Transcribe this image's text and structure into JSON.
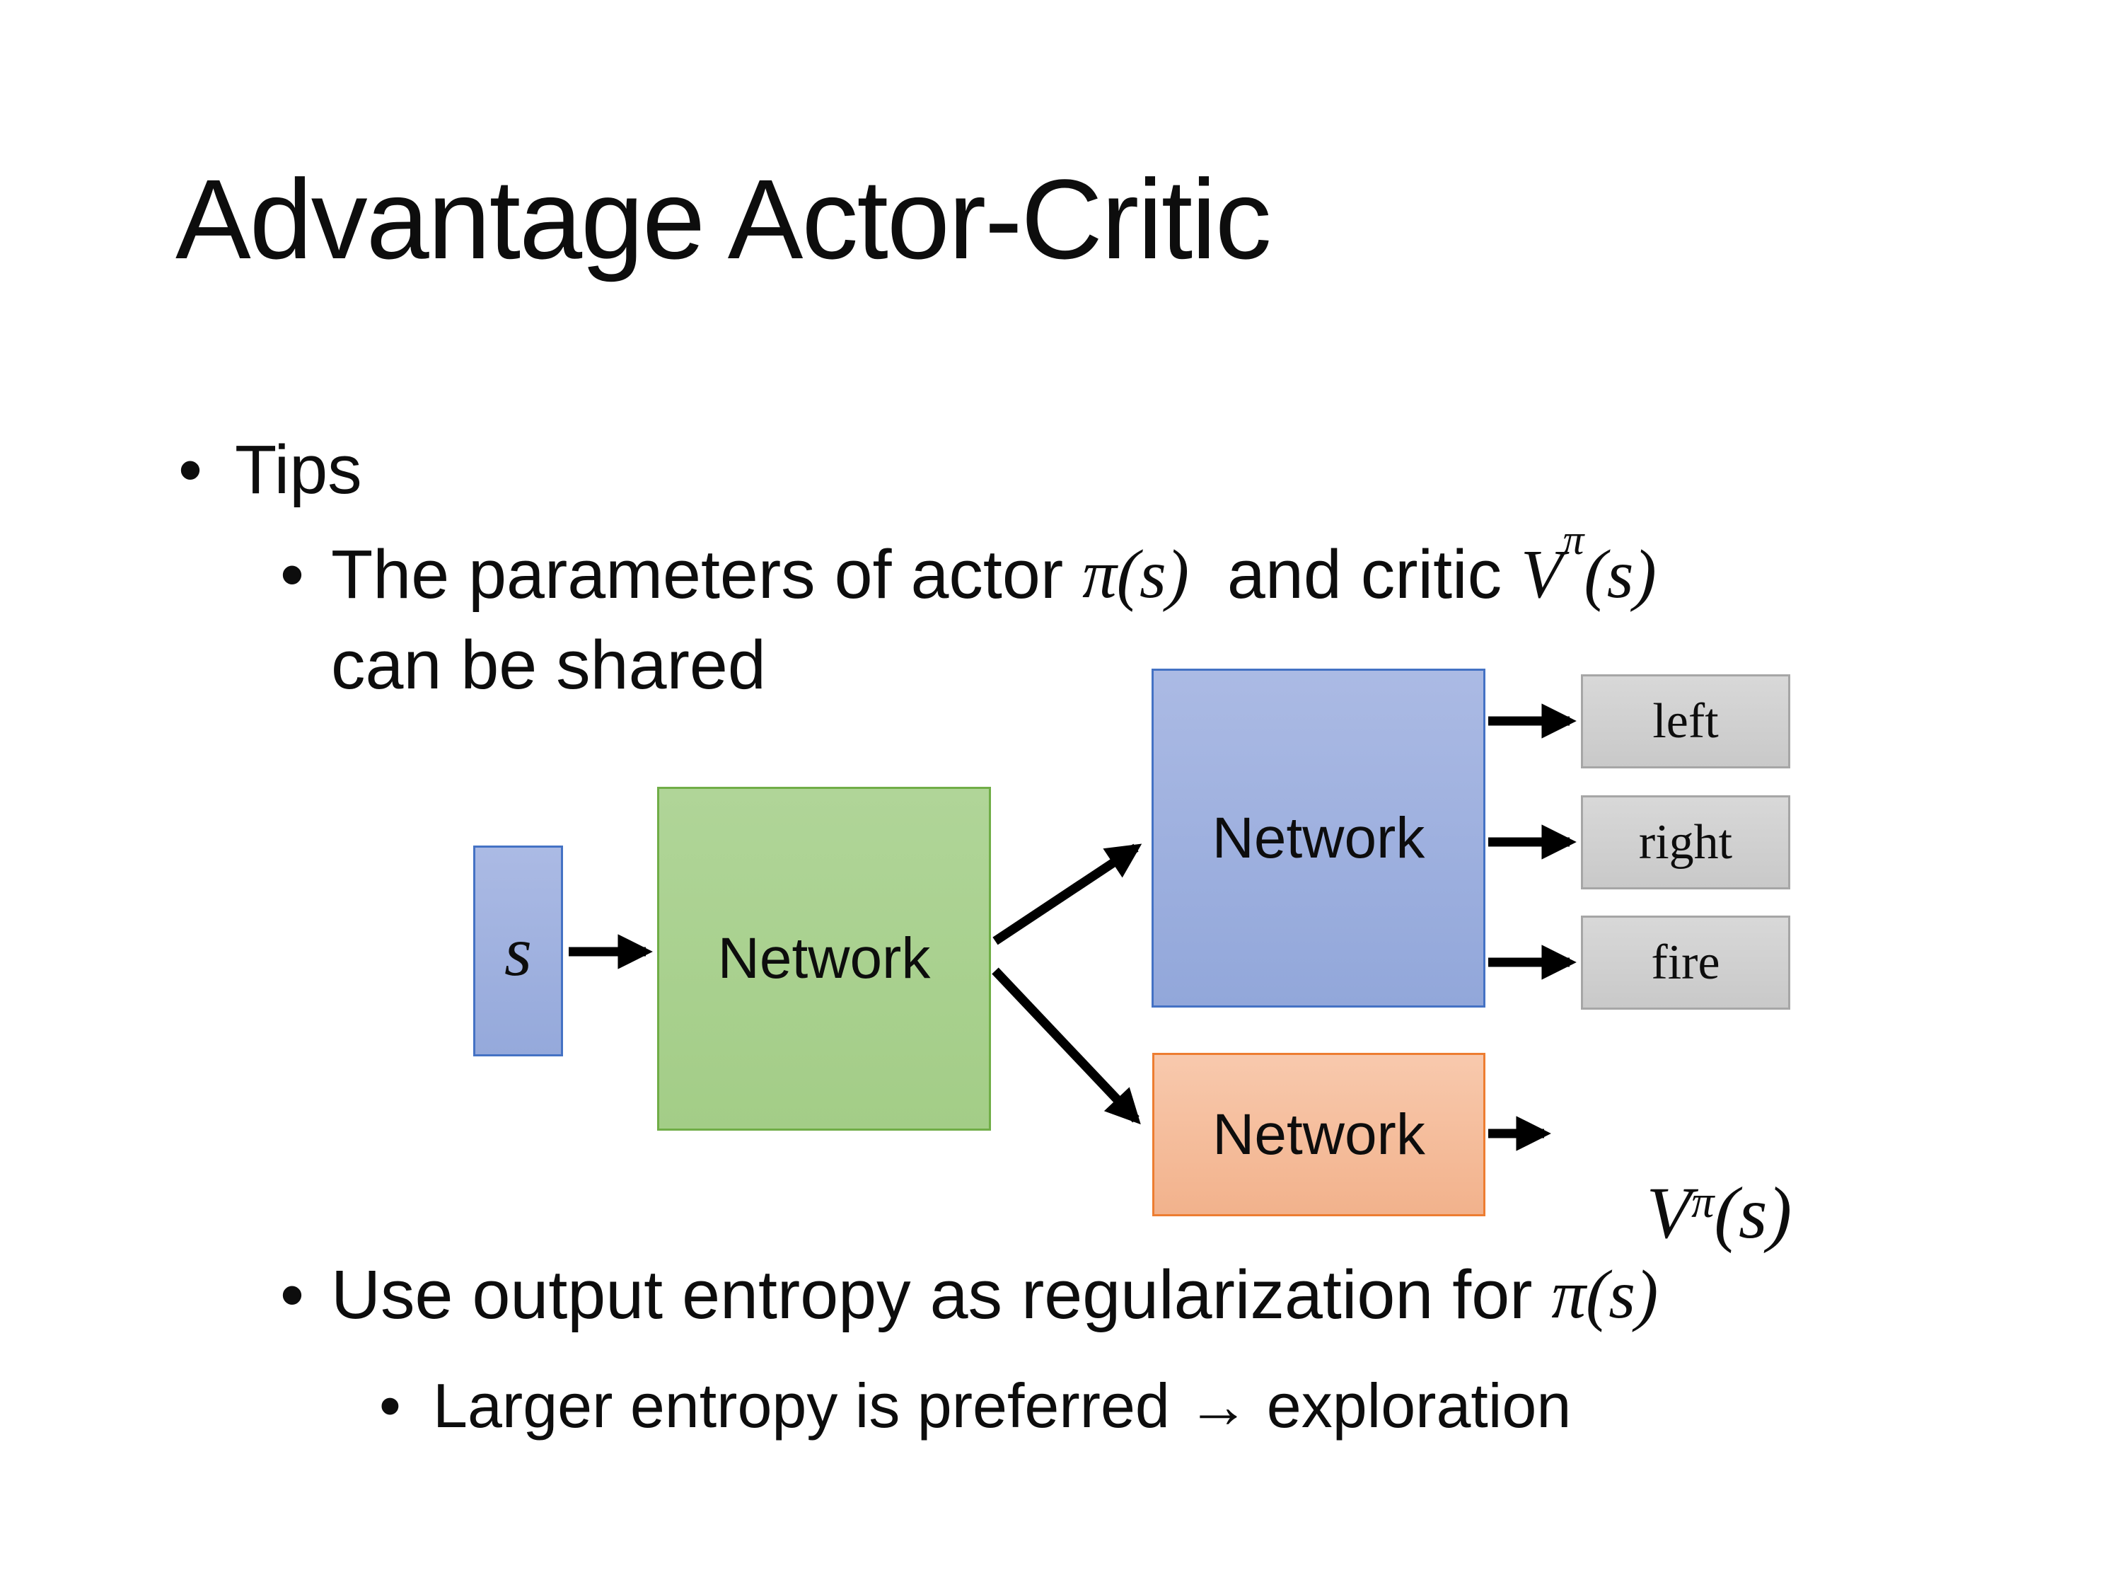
{
  "slide": {
    "title": "Advantage Actor-Critic",
    "bullets": {
      "tips": "Tips",
      "b2_pre": "The parameters of actor ",
      "b2_actor_math": "π(s)",
      "b2_mid": "  and critic ",
      "b2_value_v": "V",
      "b2_value_sup": "π",
      "b2_value_paren": "(s)",
      "b2_line2": "can be shared",
      "b3_pre": "Use output entropy as regularization for ",
      "b3_math": "π(s)",
      "b4_text": "Larger entropy is preferred → exploration",
      "bullet_glyph": "•"
    },
    "diagram": {
      "state_label": "s",
      "shared_network_label": "Network",
      "actor_network_label": "Network",
      "critic_network_label": "Network",
      "actions": [
        "left",
        "right",
        "fire"
      ],
      "value_v": "V",
      "value_sup": "π",
      "value_paren": "(s)",
      "colors": {
        "state_fill": "#a2b4e0",
        "network_blue_fill": "#a2b4e0",
        "network_blue_border": "#4472c4",
        "network_green_fill": "#a9d18e",
        "network_green_border": "#70ad47",
        "network_orange_fill": "#f6bd9d",
        "network_orange_border": "#ed7d31",
        "action_fill": "#d1d1d1",
        "action_border": "#a6a6a6",
        "arrow": "#000000"
      }
    }
  }
}
